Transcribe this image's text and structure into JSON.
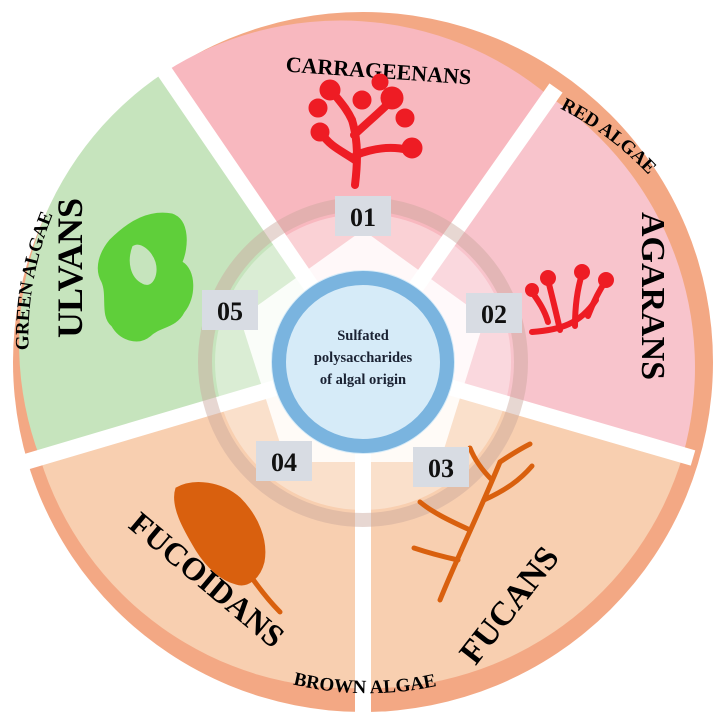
{
  "center": {
    "lines": [
      "Sulfated",
      "polysaccharides",
      "of algal origin"
    ]
  },
  "groups": {
    "red": "RED ALGAE",
    "green": "GREEN ALGAE",
    "brown": "BROWN ALGAE"
  },
  "segments": [
    {
      "number": "01",
      "name": "CARRAGEENANS",
      "algae": "red",
      "icon": "red-seaweed-icon",
      "color": "#f8b8bf"
    },
    {
      "number": "02",
      "name": "AGARANS",
      "algae": "red",
      "icon": "red-seaweed-icon",
      "color": "#f8c4cc"
    },
    {
      "number": "03",
      "name": "FUCANS",
      "algae": "brown",
      "icon": "brown-seaweed-icon",
      "color": "#f8cfb0"
    },
    {
      "number": "04",
      "name": "FUCOIDANS",
      "algae": "brown",
      "icon": "brown-seaweed-icon",
      "color": "#f8cfb0"
    },
    {
      "number": "05",
      "name": "ULVANS",
      "algae": "green",
      "icon": "green-seaweed-icon",
      "color": "#c6e4bd"
    }
  ],
  "colors": {
    "outer_ring": "#f3a884",
    "red_icon": "#ee1c24",
    "green_icon": "#5fcf3a",
    "brown_icon": "#d9600e",
    "center_fill": "#d6ebf8",
    "center_ring": "#7ab4df",
    "number_box": "#d8dce3"
  }
}
